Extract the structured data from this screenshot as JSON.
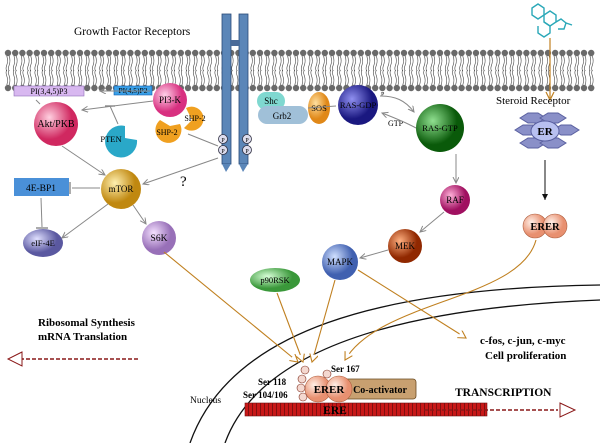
{
  "labels": {
    "growth_factor_receptors": "Growth Factor Receptors",
    "steroid_receptor": "Steroid Receptor",
    "pip3": "PI(3,4,5)P3",
    "pip2": "PI(4,5)P2",
    "akt": "Akt/PKB",
    "pi3k": "PI3-K",
    "shp2_a": "SHP-2",
    "shp2_b": "SHP-2",
    "pten": "PTEN",
    "shc": "Shc",
    "grb2": "Grb2",
    "sos": "SOS",
    "ras_gdp": "RAS-GDP",
    "ras_gtp": "RAS-GTP",
    "gtp": "GTP",
    "p_small": "P",
    "raf": "RAF",
    "mek": "MEK",
    "mapk": "MAPK",
    "p90rsk": "p90RSK",
    "mtor": "mTOR",
    "four_e_bp1": "4E-BP1",
    "eif4e": "eIF-4E",
    "s6k": "S6K",
    "question": "?",
    "er": "ER",
    "erer_cyto": "ERER",
    "erer_nuc": "ERER",
    "coactivator": "Co-activator",
    "ere": "ERE",
    "nucleus": "Nucleus",
    "ser118": "Ser 118",
    "ser167": "Ser 167",
    "ser104": "Ser 104/106",
    "ribosomal_1": "Ribosomal Synthesis",
    "ribosomal_2": "mRNA Translation",
    "cfos": "c-fos, c-jun, c-myc",
    "cell_prolif": "Cell proliferation",
    "transcription": "TRANSCRIPTION",
    "phospho": "P"
  },
  "colors": {
    "membrane_head": "#6a6a6a",
    "receptor": "#5b86b8",
    "akt": "#e0467a",
    "pi3k": "#e8508a",
    "shp2": "#f0a020",
    "pten": "#2aa8c8",
    "shc": "#7fd8d0",
    "sos": "#f0a030",
    "ras_gdp": "#2f2aa0",
    "ras_gtp": "#1a7a1a",
    "raf": "#c0287a",
    "mek": "#c04010",
    "mapk": "#5a78c0",
    "p90rsk": "#58a858",
    "mtor": "#d8a020",
    "four_e_bp1": "#4a90d8",
    "eif4e": "#7a78b8",
    "s6k": "#b888c8",
    "er": "#8a90c8",
    "erer": "#f0a890",
    "ere": "#c82020",
    "arrow_orange": "#c08020",
    "arrow_dark": "#8a1818"
  }
}
